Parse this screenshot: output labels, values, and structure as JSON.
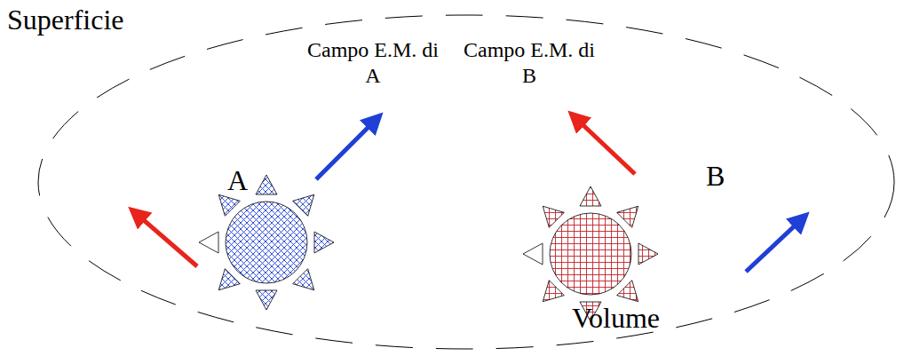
{
  "diagram": {
    "nodes": [
      {
        "text": [
          "Superficie",
          "Volume"
        ]
      },
      {
        "text": [
          "A"
        ],
        "in": 0
      },
      {
        "text": [
          "B"
        ],
        "in": 0
      }
    ],
    "labels": [
      "Campo E.M. di A",
      "Campo E.M. di B"
    ]
  }
}
